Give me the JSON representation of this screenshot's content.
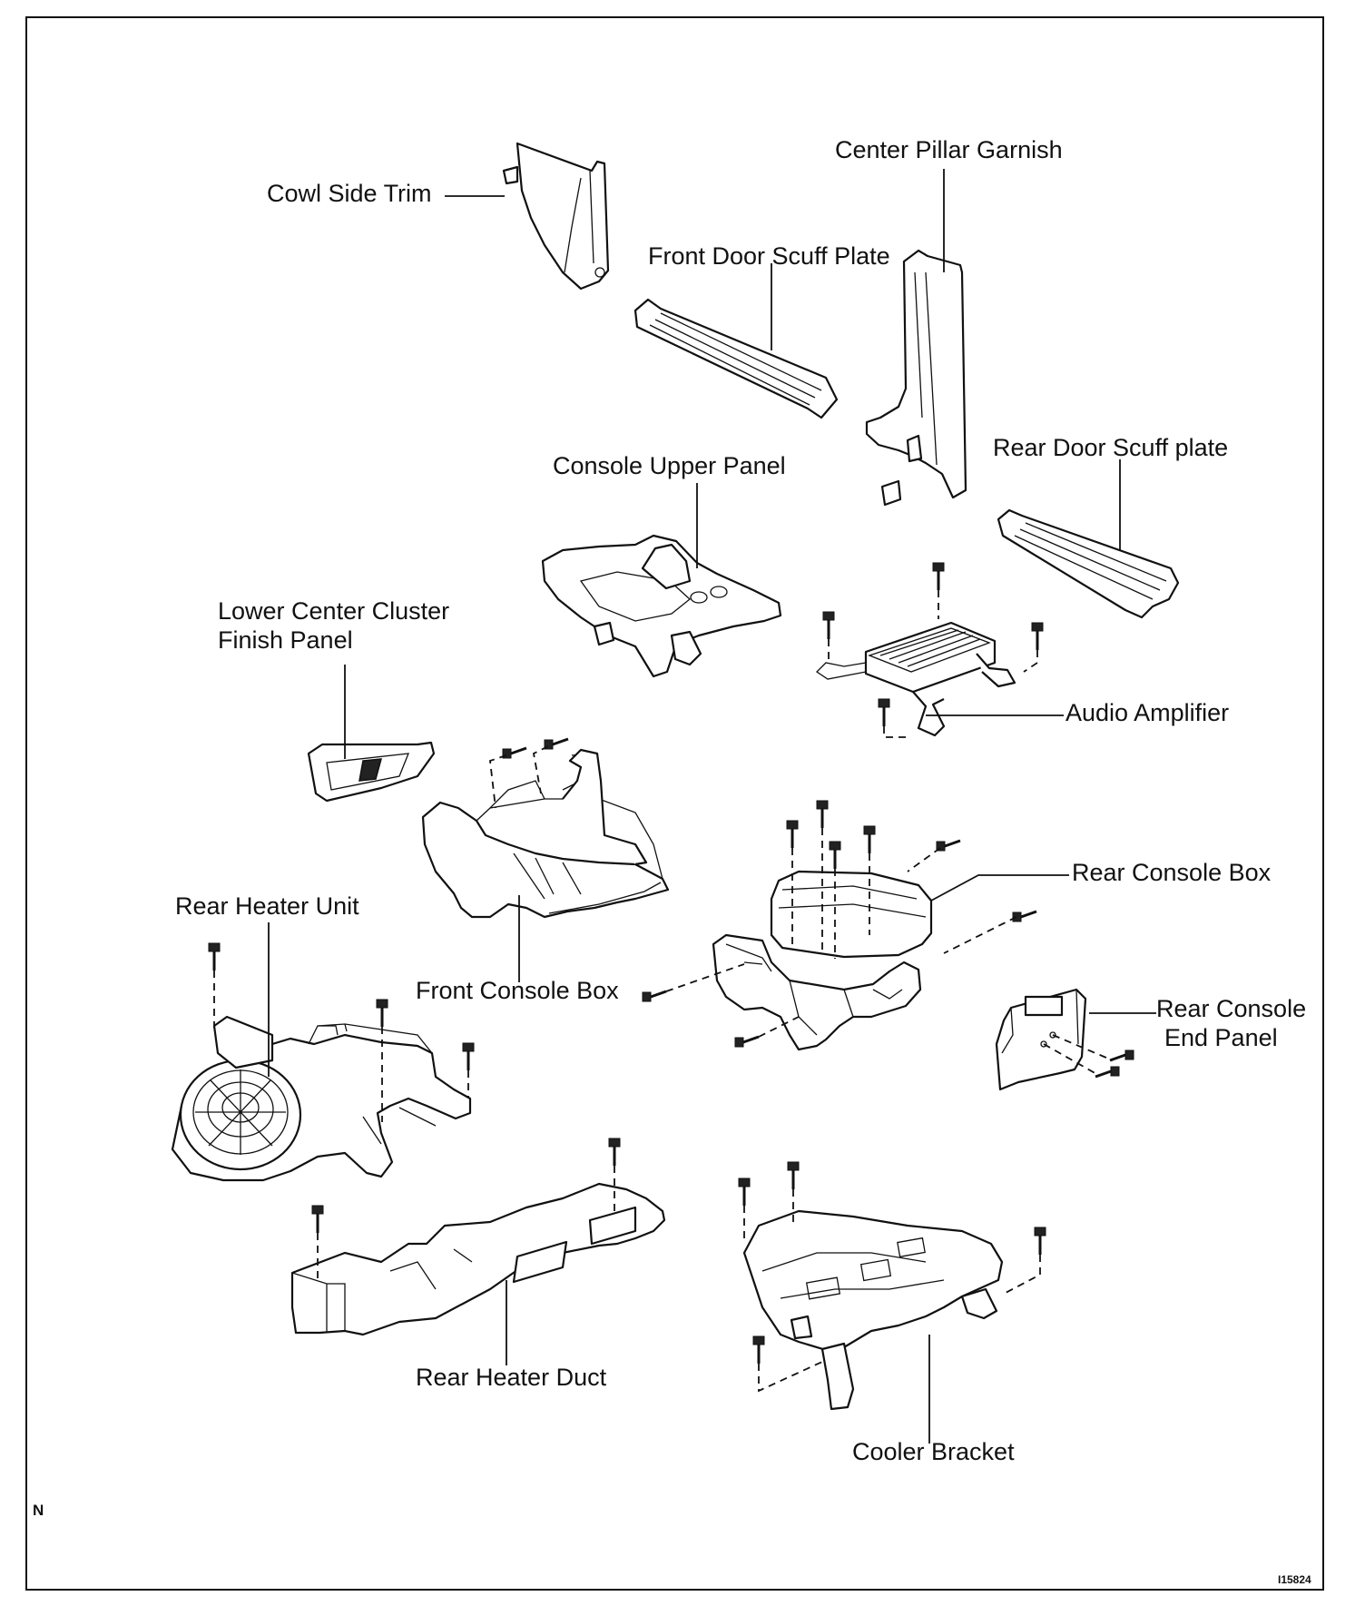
{
  "diagram": {
    "labels": {
      "cowl_side_trim": "Cowl Side Trim",
      "center_pillar_garnish": "Center Pillar Garnish",
      "front_door_scuff_plate": "Front Door Scuff Plate",
      "rear_door_scuff_plate": "Rear Door Scuff plate",
      "console_upper_panel": "Console Upper Panel",
      "lower_center_cluster_line1": "Lower Center Cluster",
      "lower_center_cluster_line2": "Finish Panel",
      "audio_amplifier": "Audio Amplifier",
      "rear_console_box": "Rear Console Box",
      "rear_heater_unit": "Rear Heater Unit",
      "front_console_box": "Front Console Box",
      "rear_console_end_panel_line1": "Rear Console",
      "rear_console_end_panel_line2": "End Panel",
      "rear_heater_duct": "Rear Heater Duct",
      "cooler_bracket": "Cooler Bracket"
    },
    "corner_mark": "N",
    "figure_id": "I15824"
  }
}
